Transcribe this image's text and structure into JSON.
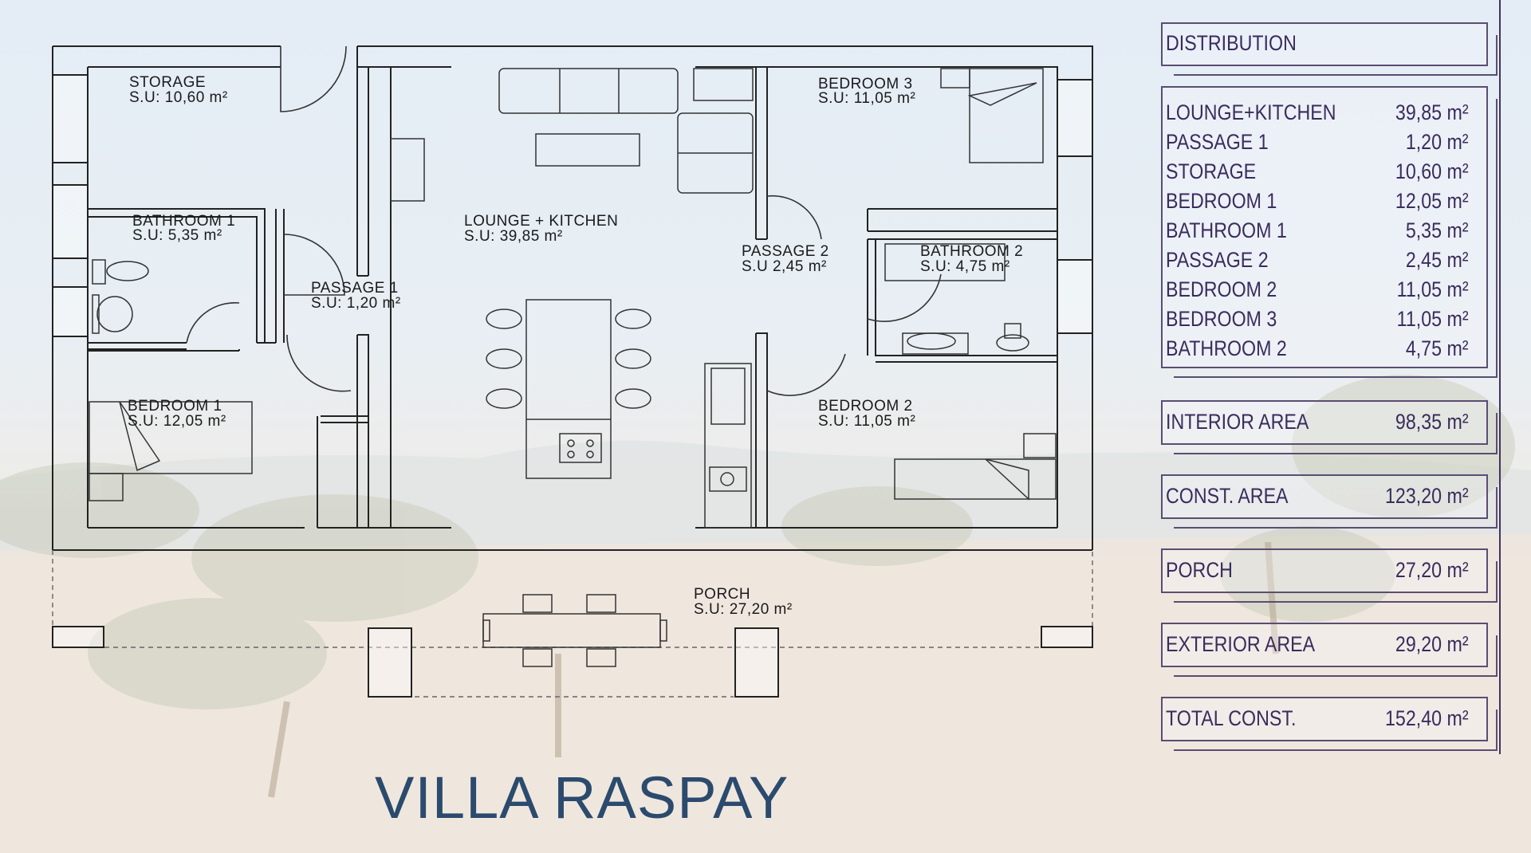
{
  "title": "VILLA RASPAY",
  "plan_labels": {
    "storage": {
      "name": "STORAGE",
      "su": "S.U: 10,60 m²"
    },
    "bathroom1": {
      "name": "BATHROOM 1",
      "su": "S.U: 5,35 m²"
    },
    "passage1": {
      "name": "PASSAGE 1",
      "su": "S.U: 1,20 m²"
    },
    "bedroom1": {
      "name": "BEDROOM 1",
      "su": "S.U: 12,05 m²"
    },
    "lounge": {
      "name": "LOUNGE + KITCHEN",
      "su": "S.U: 39,85 m²"
    },
    "passage2": {
      "name": "PASSAGE 2",
      "su": "S.U 2,45 m²"
    },
    "bathroom2": {
      "name": "BATHROOM 2",
      "su": "S.U: 4,75 m²"
    },
    "bedroom3": {
      "name": "BEDROOM 3",
      "su": "S.U: 11,05 m²"
    },
    "bedroom2": {
      "name": "BEDROOM 2",
      "su": "S.U: 11,05 m²"
    },
    "porch": {
      "name": "PORCH",
      "su": "S.U: 27,20 m²"
    }
  },
  "distribution": {
    "header": "DISTRIBUTION",
    "rooms": [
      {
        "label": "LOUNGE+KITCHEN",
        "value": "39,85 m²"
      },
      {
        "label": "PASSAGE 1",
        "value": "1,20 m²"
      },
      {
        "label": "STORAGE",
        "value": "10,60 m²"
      },
      {
        "label": "BEDROOM 1",
        "value": "12,05 m²"
      },
      {
        "label": "BATHROOM 1",
        "value": "5,35 m²"
      },
      {
        "label": "PASSAGE 2",
        "value": "2,45 m²"
      },
      {
        "label": "BEDROOM 2",
        "value": "11,05 m²"
      },
      {
        "label": "BEDROOM 3",
        "value": "11,05 m²"
      },
      {
        "label": "BATHROOM 2",
        "value": "4,75 m²"
      }
    ],
    "interior": {
      "label": "INTERIOR AREA",
      "value": "98,35 m²"
    },
    "const": {
      "label": "CONST. AREA",
      "value": "123,20 m²"
    },
    "porch": {
      "label": "PORCH",
      "value": "27,20 m²"
    },
    "exterior": {
      "label": "EXTERIOR AREA",
      "value": "29,20 m²"
    },
    "total": {
      "label": "TOTAL CONST.",
      "value": "152,40 m²"
    }
  }
}
